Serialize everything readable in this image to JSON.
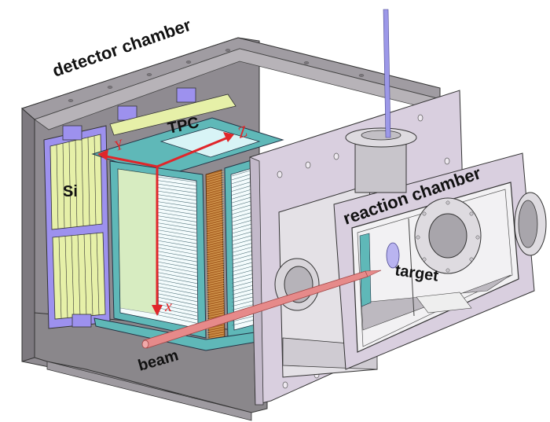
{
  "figure": {
    "description": "3D CAD cutaway of a detector setup with TPC, silicon detectors and reaction chamber",
    "labels": {
      "detector_chamber": "detector chamber",
      "tpc": "TPC",
      "si": "Si",
      "reaction_chamber": "reaction chamber",
      "target": "target",
      "beam": "beam"
    },
    "axes": {
      "x": "x",
      "y": "Y",
      "z": "Z"
    },
    "colors": {
      "chamber_gray": "#8e8a8f",
      "chamber_dark": "#6f6c70",
      "reaction_chamber_lilac": "#d9cfdf",
      "tpc_teal": "#5fb8b8",
      "si_yellow": "#e6f0a6",
      "si_frame_purple": "#9b8ff0",
      "field_cage_copper": "#b06a2a",
      "beam_pink": "#e58a8a",
      "axis_red": "#e0262a",
      "label_black": "#111111"
    }
  }
}
